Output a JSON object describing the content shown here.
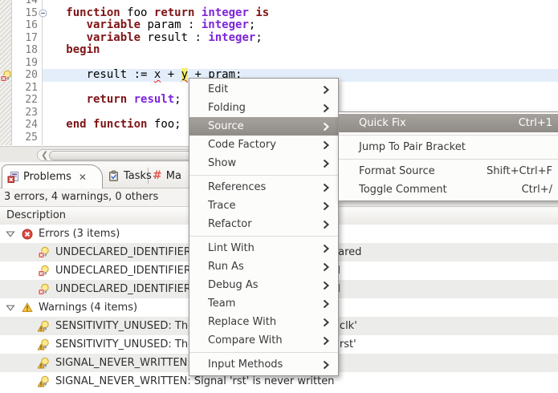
{
  "editor": {
    "lines": [
      {
        "n": "14",
        "segs": []
      },
      {
        "n": "15",
        "fold": "fold-minus-icon",
        "segs": [
          [
            "   ",
            "plain"
          ],
          [
            "function",
            "kw"
          ],
          [
            " foo ",
            "plain"
          ],
          [
            "return",
            "kw"
          ],
          [
            " ",
            "plain"
          ],
          [
            "integer",
            "type"
          ],
          [
            " ",
            "plain"
          ],
          [
            "is",
            "kw"
          ]
        ]
      },
      {
        "n": "16",
        "segs": [
          [
            "      ",
            "plain"
          ],
          [
            "variable",
            "kw"
          ],
          [
            " param : ",
            "plain"
          ],
          [
            "integer",
            "type"
          ],
          [
            ";",
            "plain"
          ]
        ]
      },
      {
        "n": "17",
        "segs": [
          [
            "      ",
            "plain"
          ],
          [
            "variable",
            "kw"
          ],
          [
            " result : ",
            "plain"
          ],
          [
            "integer",
            "type"
          ],
          [
            ";",
            "plain"
          ]
        ]
      },
      {
        "n": "18",
        "segs": [
          [
            "   ",
            "plain"
          ],
          [
            "begin",
            "kw"
          ]
        ]
      },
      {
        "n": "19",
        "segs": []
      },
      {
        "n": "20",
        "current": true,
        "margin_icon": "lightbulb-error-icon",
        "segs": [
          [
            "      result := ",
            "plain"
          ],
          [
            "x",
            "err"
          ],
          [
            " + ",
            "plain"
          ],
          [
            "y",
            "errhl"
          ],
          [
            " + ",
            "plain"
          ],
          [
            "pram",
            "err"
          ],
          [
            ";",
            "plain"
          ]
        ]
      },
      {
        "n": "21",
        "segs": []
      },
      {
        "n": "22",
        "segs": [
          [
            "      ",
            "plain"
          ],
          [
            "return",
            "kw"
          ],
          [
            " ",
            "plain"
          ],
          [
            "result",
            "type"
          ],
          [
            ";",
            "plain"
          ]
        ]
      },
      {
        "n": "23",
        "segs": []
      },
      {
        "n": "24",
        "segs": [
          [
            "   ",
            "plain"
          ],
          [
            "end",
            "kw"
          ],
          [
            " ",
            "plain"
          ],
          [
            "function",
            "kw"
          ],
          [
            " foo;",
            "plain"
          ]
        ]
      },
      {
        "n": "25",
        "segs": []
      }
    ],
    "colors": {
      "keyword": "#7f1416",
      "type": "#7d26d8",
      "current_line": "#e4eefb",
      "occurrence_highlight": "#f5ee71",
      "squiggle": "#e02020"
    }
  },
  "context_menu": {
    "items": [
      {
        "label": "Edit",
        "submenu": true
      },
      {
        "label": "Folding",
        "submenu": true
      },
      {
        "label": "Source",
        "submenu": true,
        "highlighted": true
      },
      {
        "label": "Code Factory",
        "submenu": true
      },
      {
        "label": "Show",
        "submenu": true
      },
      {
        "separator": true
      },
      {
        "label": "References",
        "submenu": true
      },
      {
        "label": "Trace",
        "submenu": true
      },
      {
        "label": "Refactor",
        "submenu": true
      },
      {
        "separator": true
      },
      {
        "label": "Lint With",
        "submenu": true
      },
      {
        "label": "Run As",
        "submenu": true
      },
      {
        "label": "Debug As",
        "submenu": true
      },
      {
        "label": "Team",
        "submenu": true
      },
      {
        "label": "Replace With",
        "submenu": true
      },
      {
        "label": "Compare With",
        "submenu": true
      },
      {
        "separator": true
      },
      {
        "label": "Input Methods",
        "submenu": true
      }
    ]
  },
  "submenu": {
    "items": [
      {
        "label": "Quick Fix",
        "shortcut": "Ctrl+1",
        "highlighted": true
      },
      {
        "separator": true
      },
      {
        "label": "Jump To Pair Bracket"
      },
      {
        "separator": true
      },
      {
        "label": "Format Source",
        "shortcut": "Shift+Ctrl+F"
      },
      {
        "label": "Toggle Comment",
        "shortcut": "Ctrl+/"
      }
    ]
  },
  "problems_panel": {
    "tabs": [
      {
        "label": "Problems",
        "icon": "problems-icon",
        "close": "✕",
        "active": true
      },
      {
        "label": "Tasks",
        "icon": "tasks-icon"
      },
      {
        "label": "Ma",
        "icon": "hash-icon",
        "clipped": true
      }
    ],
    "summary": "3 errors, 4 warnings, 0 others",
    "column_header": "Description",
    "groups": [
      {
        "label": "Errors (3 items)",
        "icon": "error-circle-icon",
        "expander": "triangle-down-icon",
        "items": [
          {
            "icon": "lightbulb-error-icon",
            "text": "UNDECLARED_IDENTIFIER: Identifier 'pram' is not declared"
          },
          {
            "icon": "lightbulb-error-icon",
            "text": "UNDECLARED_IDENTIFIER: Identifier 'x' is not declared"
          },
          {
            "icon": "lightbulb-error-icon",
            "text": "UNDECLARED_IDENTIFIER: Identifier 'y' is not declared"
          }
        ]
      },
      {
        "label": "Warnings (4 items)",
        "icon": "warning-triangle-icon",
        "expander": "triangle-down-icon",
        "items": [
          {
            "icon": "lightbulb-warning-icon",
            "text": "SENSITIVITY_UNUSED: The process is not sensitive to 'clk'"
          },
          {
            "icon": "lightbulb-warning-icon",
            "text": "SENSITIVITY_UNUSED: The process is not sensitive to 'rst'"
          },
          {
            "icon": "lightbulb-warning-icon",
            "text": "SIGNAL_NEVER_WRITTEN: Signal 'clk' is never written"
          },
          {
            "icon": "lightbulb-warning-icon",
            "text": "SIGNAL_NEVER_WRITTEN: Signal 'rst' is never written"
          }
        ]
      }
    ]
  }
}
